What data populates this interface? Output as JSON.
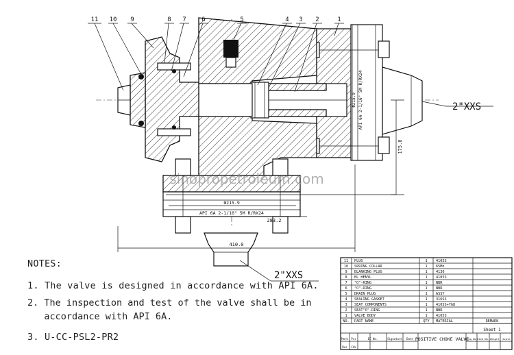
{
  "part_numbers": [
    "1",
    "2",
    "3",
    "4",
    "5",
    "6",
    "7",
    "8",
    "9",
    "10",
    "11"
  ],
  "connection_right": "2\"XXS",
  "connection_bottom": "2\"XXS",
  "flange_text_vertical": "API 6A 2-1/16\" 5M R/RX24",
  "dim_vertical_diameter": "Φ215.9",
  "dim_vertical_height": "175.0",
  "flange_text_horizontal": "API 6A 2-1/16\" 5M R/RX24",
  "dim_horizontal_diameter": "Φ215.9",
  "dim_283": "283.2",
  "dim_410": "410.0",
  "watermark": "sinopropetroleum.com",
  "notes": {
    "title": "NOTES:",
    "items": [
      "1. The valve is designed in accordance with API 6A.",
      "2. The inspection and test of the valve shall be in\n   accordance with API 6A.",
      "3. U-CC-PSL2-PR2"
    ]
  },
  "bom": {
    "rows": [
      {
        "no": "11",
        "name": "PLUG",
        "qty": "1",
        "material": "4105S",
        "remark": ""
      },
      {
        "no": "10",
        "name": "SPRING COLLAR",
        "qty": "1",
        "material": "65Mn",
        "remark": ""
      },
      {
        "no": "9",
        "name": "BLANKING PLUG",
        "qty": "1",
        "material": "4130",
        "remark": ""
      },
      {
        "no": "8",
        "name": "BL HENYL",
        "qty": "1",
        "material": "4105S",
        "remark": ""
      },
      {
        "no": "7",
        "name": "\"O\"-RING",
        "qty": "1",
        "material": "NBR",
        "remark": ""
      },
      {
        "no": "6",
        "name": "\"O\"-RING",
        "qty": "1",
        "material": "NBR",
        "remark": ""
      },
      {
        "no": "5",
        "name": "DRAIN PLUG",
        "qty": "1",
        "material": "ASSY",
        "remark": ""
      },
      {
        "no": "4",
        "name": "SEALING GASKET",
        "qty": "1",
        "material": "316SS",
        "remark": ""
      },
      {
        "no": "3",
        "name": "SEAT COMPONENTS",
        "qty": "1",
        "material": "410SS+YG8",
        "remark": ""
      },
      {
        "no": "2",
        "name": "SEAT\"O\"-RING",
        "qty": "1",
        "material": "NBR",
        "remark": ""
      },
      {
        "no": "1",
        "name": "VALVE BODY",
        "qty": "1",
        "material": "4105S",
        "remark": ""
      }
    ],
    "header": {
      "no": "NO.",
      "name": "PART NAME",
      "qty": "QTY",
      "material": "MATERIAL",
      "remark": "REMARK"
    },
    "sheet": "Sheet 1",
    "title": "POSITIVE CHOKE VALVE",
    "small_headers": [
      "Mark",
      "Pcs",
      "EC No.",
      "Signature",
      "Date"
    ],
    "small_headers2": [
      "Des",
      "Chk"
    ],
    "small_right": [
      "Drwg No.",
      "Item No.",
      "Weight",
      "Scale"
    ]
  }
}
